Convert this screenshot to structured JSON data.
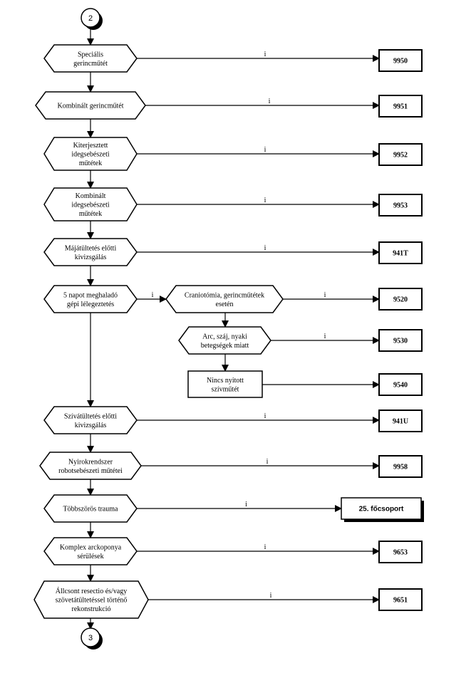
{
  "connector_start": "2",
  "connector_end": "3",
  "edge_label": "i",
  "decisions": [
    {
      "id": "d1",
      "lines": [
        "Speciális",
        "gerincműtét"
      ]
    },
    {
      "id": "d2",
      "lines": [
        "Kombinált gerincműtét"
      ]
    },
    {
      "id": "d3",
      "lines": [
        "Kiterjesztett",
        "idegsebészeti",
        "műtétek"
      ]
    },
    {
      "id": "d4",
      "lines": [
        "Kombinált",
        "idegsebészeti",
        "műtétek"
      ]
    },
    {
      "id": "d5",
      "lines": [
        "Májátültetés előtti",
        "kivizsgálás"
      ]
    },
    {
      "id": "d6",
      "lines": [
        "5 napot meghaladó",
        "gépi lélegeztetés"
      ]
    },
    {
      "id": "d7",
      "lines": [
        "Szívátültetés előtti",
        "kivizsgálás"
      ]
    },
    {
      "id": "d8",
      "lines": [
        "Nyirokrendszer",
        "robotsebészeti műtétei"
      ]
    },
    {
      "id": "d9",
      "lines": [
        "Többszörös trauma"
      ]
    },
    {
      "id": "d10",
      "lines": [
        "Komplex arckoponya",
        "sérülések"
      ]
    },
    {
      "id": "d11",
      "lines": [
        "Állcsont resectio és/vagy",
        "szövetátültetéssel történő",
        "rekonstrukció"
      ]
    },
    {
      "id": "s1",
      "lines": [
        "Craniotómia, gerincműtétek",
        "esetén"
      ]
    },
    {
      "id": "s2",
      "lines": [
        "Arc, száj, nyaki",
        "betegségek miatt"
      ]
    }
  ],
  "process_box": {
    "id": "p1",
    "lines": [
      "Nincs nyitott",
      "szívműtét"
    ]
  },
  "outcomes": [
    {
      "id": "o1",
      "code": "9950"
    },
    {
      "id": "o2",
      "code": "9951"
    },
    {
      "id": "o3",
      "code": "9952"
    },
    {
      "id": "o4",
      "code": "9953"
    },
    {
      "id": "o5",
      "code": "941T"
    },
    {
      "id": "o6",
      "code": "9520"
    },
    {
      "id": "o7",
      "code": "9530"
    },
    {
      "id": "o8",
      "code": "9540"
    },
    {
      "id": "o9",
      "code": "941U"
    },
    {
      "id": "o10",
      "code": "9958"
    },
    {
      "id": "o11",
      "code": "25. főcsoport"
    },
    {
      "id": "o12",
      "code": "9653"
    },
    {
      "id": "o13",
      "code": "9651"
    }
  ]
}
